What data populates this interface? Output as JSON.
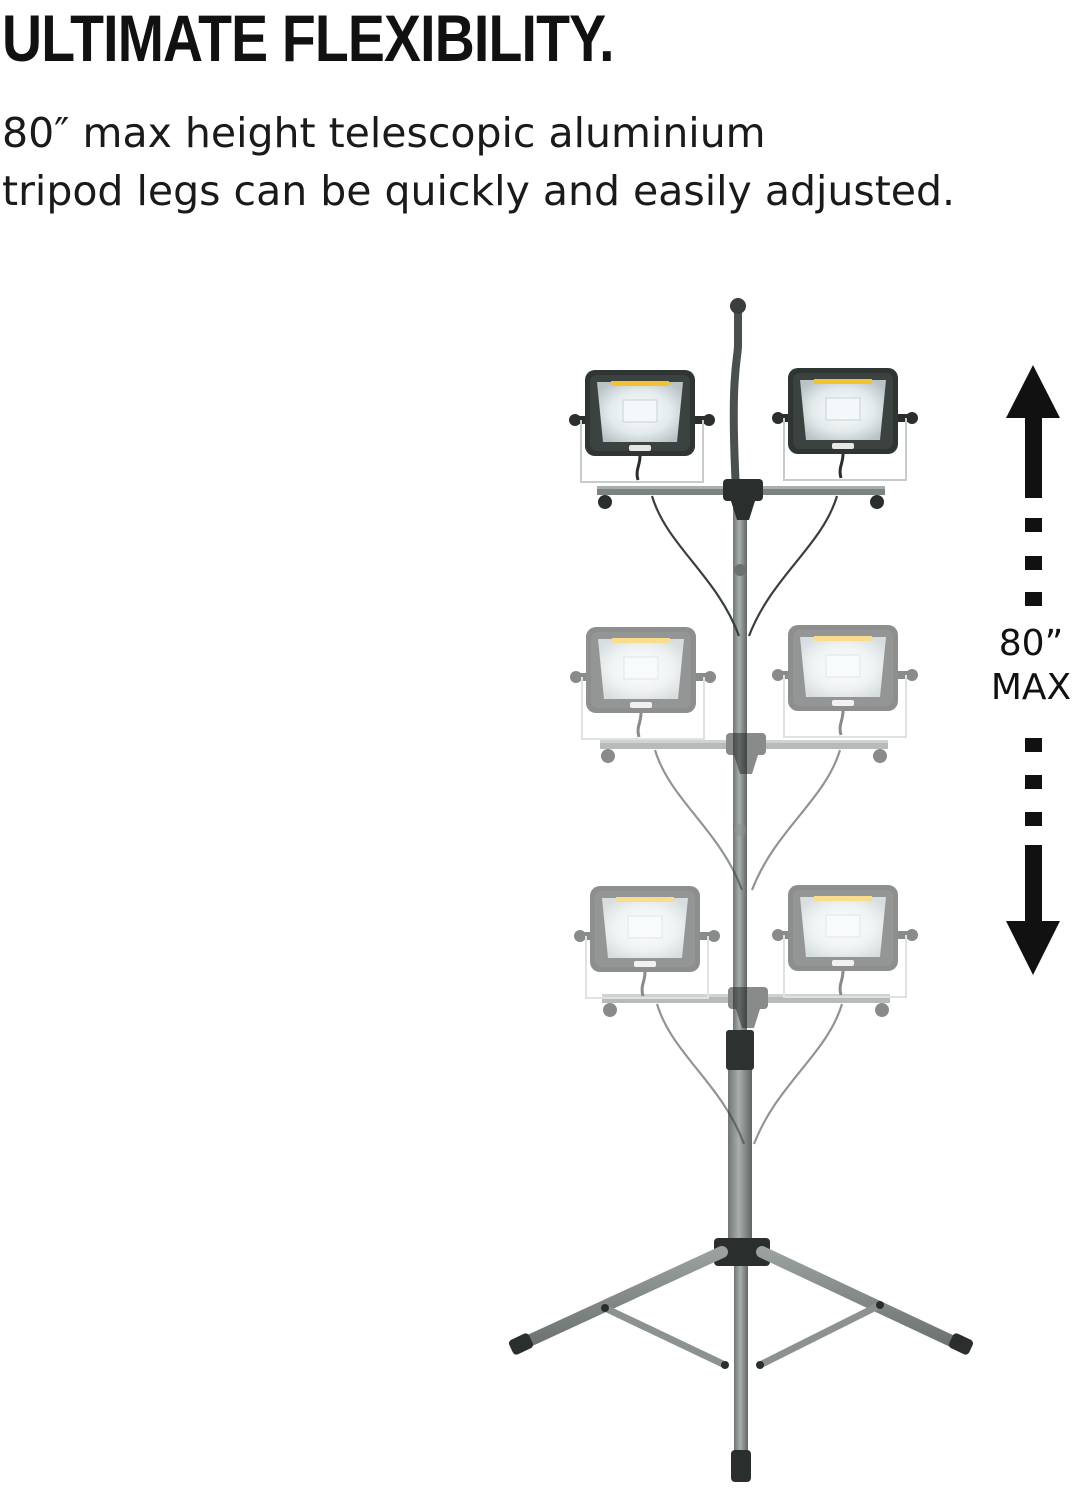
{
  "headline": "ULTIMATE FLEXIBILITY.",
  "subtitle": {
    "line1": "80″ max height telescopic aluminium",
    "line2": "tripod legs can be quickly and easily adjusted."
  },
  "height_indicator": {
    "value": "80”",
    "label": "MAX"
  },
  "colors": {
    "text": "#111111",
    "arrow": "#111111",
    "pole": "#8c9390",
    "light_body": "#2f3533",
    "light_panel": "#dfe6e8",
    "label_strip": "#f2c230",
    "background": "#ffffff"
  },
  "icons": {
    "arrow_up": "arrow-up-icon",
    "arrow_down": "arrow-down-icon"
  }
}
